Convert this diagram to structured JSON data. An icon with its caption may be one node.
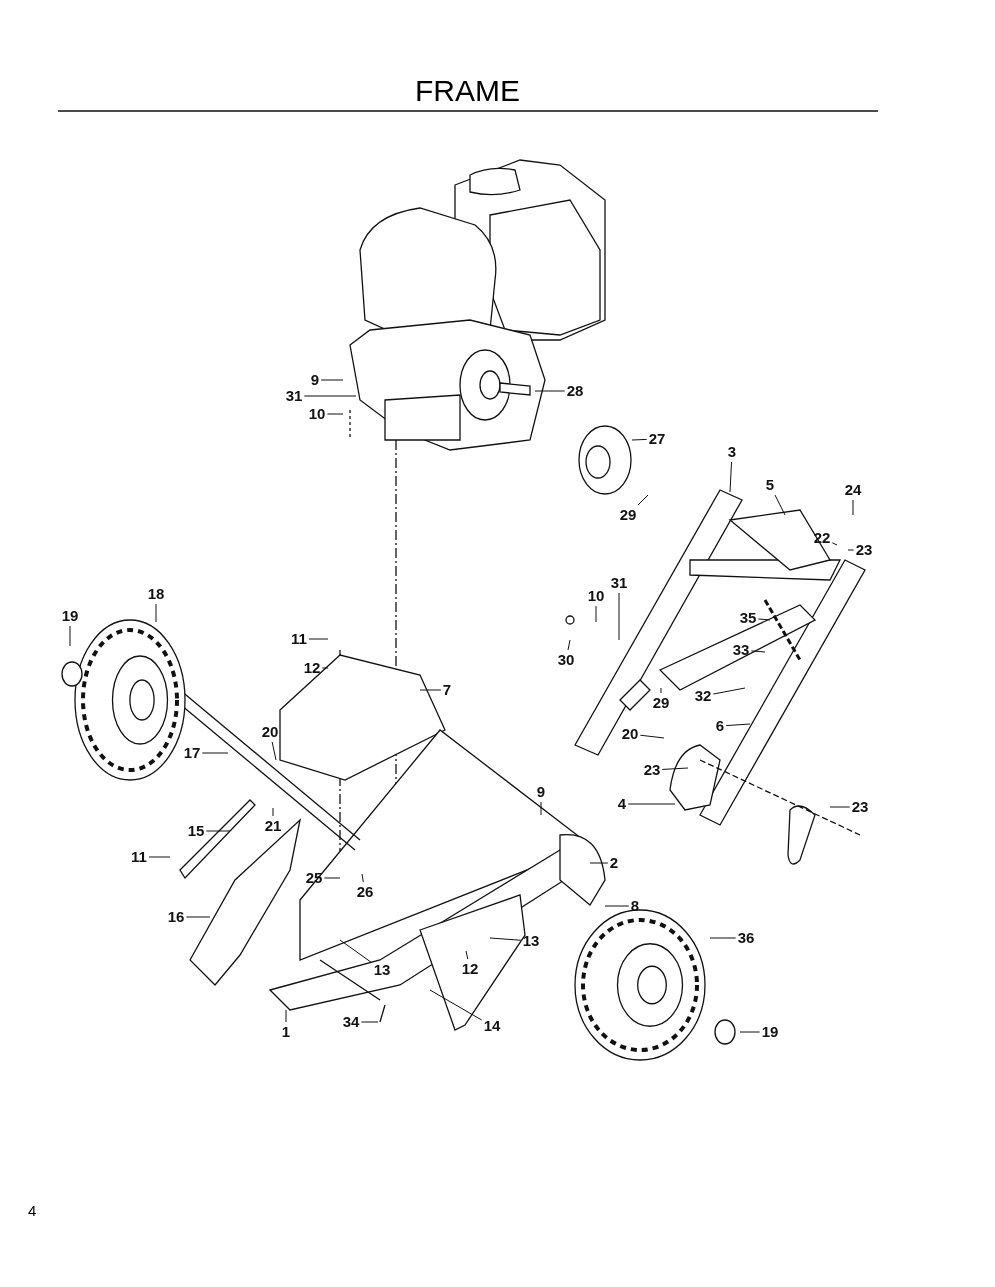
{
  "diagram": {
    "title": "FRAME",
    "nodes": [
      {
        "text": [
          "9"
        ]
      },
      {
        "text": [
          "31"
        ]
      },
      {
        "text": [
          "10"
        ]
      },
      {
        "text": [
          "28"
        ]
      },
      {
        "text": [
          "27"
        ]
      },
      {
        "text": [
          "3"
        ]
      },
      {
        "text": [
          "5"
        ]
      },
      {
        "text": [
          "24"
        ]
      },
      {
        "text": [
          "22"
        ]
      },
      {
        "text": [
          "23"
        ]
      },
      {
        "text": [
          "29"
        ]
      },
      {
        "text": [
          "31"
        ]
      },
      {
        "text": [
          "10"
        ]
      },
      {
        "text": [
          "30"
        ]
      },
      {
        "text": [
          "35"
        ]
      },
      {
        "text": [
          "33"
        ]
      },
      {
        "text": [
          "29"
        ]
      },
      {
        "text": [
          "32"
        ]
      },
      {
        "text": [
          "6"
        ]
      },
      {
        "text": [
          "20"
        ]
      },
      {
        "text": [
          "23"
        ]
      },
      {
        "text": [
          "4"
        ]
      },
      {
        "text": [
          "23"
        ]
      },
      {
        "text": [
          "18"
        ]
      },
      {
        "text": [
          "19"
        ]
      },
      {
        "text": [
          "11"
        ]
      },
      {
        "text": [
          "12"
        ]
      },
      {
        "text": [
          "7"
        ]
      },
      {
        "text": [
          "20"
        ]
      },
      {
        "text": [
          "17"
        ]
      },
      {
        "text": [
          "21"
        ]
      },
      {
        "text": [
          "15"
        ]
      },
      {
        "text": [
          "11"
        ]
      },
      {
        "text": [
          "9"
        ]
      },
      {
        "text": [
          "2"
        ]
      },
      {
        "text": [
          "25"
        ]
      },
      {
        "text": [
          "26"
        ]
      },
      {
        "text": [
          "16"
        ]
      },
      {
        "text": [
          "8"
        ]
      },
      {
        "text": [
          "13"
        ]
      },
      {
        "text": [
          "13"
        ]
      },
      {
        "text": [
          "12"
        ]
      },
      {
        "text": [
          "36"
        ]
      },
      {
        "text": [
          "14"
        ]
      },
      {
        "text": [
          "34"
        ]
      },
      {
        "text": [
          "1"
        ]
      },
      {
        "text": [
          "19"
        ]
      }
    ],
    "edges": [
      {
        "from": 0,
        "to": null,
        "arrow": "none"
      },
      {
        "from": 1,
        "to": null,
        "arrow": "none"
      },
      {
        "from": 2,
        "to": null,
        "arrow": "none"
      },
      {
        "from": 3,
        "to": null,
        "arrow": "none"
      },
      {
        "from": 4,
        "to": null,
        "arrow": "none"
      },
      {
        "from": 5,
        "to": null,
        "arrow": "none"
      },
      {
        "from": 6,
        "to": null,
        "arrow": "none"
      },
      {
        "from": 7,
        "to": null,
        "arrow": "none"
      },
      {
        "from": 8,
        "to": null,
        "arrow": "none"
      },
      {
        "from": 9,
        "to": null,
        "arrow": "none"
      },
      {
        "from": 10,
        "to": null,
        "arrow": "none"
      },
      {
        "from": 11,
        "to": null,
        "arrow": "none"
      },
      {
        "from": 12,
        "to": null,
        "arrow": "none"
      },
      {
        "from": 13,
        "to": null,
        "arrow": "none"
      },
      {
        "from": 14,
        "to": null,
        "arrow": "none"
      },
      {
        "from": 15,
        "to": null,
        "arrow": "none"
      },
      {
        "from": 16,
        "to": null,
        "arrow": "none"
      },
      {
        "from": 17,
        "to": null,
        "arrow": "none"
      },
      {
        "from": 18,
        "to": null,
        "arrow": "none"
      },
      {
        "from": 19,
        "to": null,
        "arrow": "none"
      },
      {
        "from": 20,
        "to": null,
        "arrow": "none"
      },
      {
        "from": 21,
        "to": null,
        "arrow": "none"
      },
      {
        "from": 22,
        "to": null,
        "arrow": "none"
      },
      {
        "from": 23,
        "to": null,
        "arrow": "none"
      },
      {
        "from": 24,
        "to": null,
        "arrow": "none"
      },
      {
        "from": 25,
        "to": null,
        "arrow": "none"
      },
      {
        "from": 26,
        "to": null,
        "arrow": "none"
      },
      {
        "from": 27,
        "to": null,
        "arrow": "none"
      },
      {
        "from": 28,
        "to": null,
        "arrow": "none"
      },
      {
        "from": 29,
        "to": null,
        "arrow": "none"
      },
      {
        "from": 30,
        "to": null,
        "arrow": "none"
      },
      {
        "from": 31,
        "to": null,
        "arrow": "none"
      },
      {
        "from": 32,
        "to": null,
        "arrow": "none"
      },
      {
        "from": 33,
        "to": null,
        "arrow": "none"
      },
      {
        "from": 34,
        "to": null,
        "arrow": "none"
      },
      {
        "from": 35,
        "to": null,
        "arrow": "none"
      },
      {
        "from": 36,
        "to": null,
        "arrow": "none"
      },
      {
        "from": 37,
        "to": null,
        "arrow": "none"
      },
      {
        "from": 38,
        "to": null,
        "arrow": "none"
      },
      {
        "from": 39,
        "to": null,
        "arrow": "none"
      },
      {
        "from": 40,
        "to": null,
        "arrow": "none"
      },
      {
        "from": 41,
        "to": null,
        "arrow": "none"
      },
      {
        "from": 42,
        "to": null,
        "arrow": "none"
      },
      {
        "from": 43,
        "to": null,
        "arrow": "none"
      },
      {
        "from": 44,
        "to": null,
        "arrow": "none"
      },
      {
        "from": 45,
        "to": null,
        "arrow": "none"
      },
      {
        "from": 46,
        "to": null,
        "arrow": "none"
      }
    ],
    "labels": [
      "4"
    ]
  }
}
